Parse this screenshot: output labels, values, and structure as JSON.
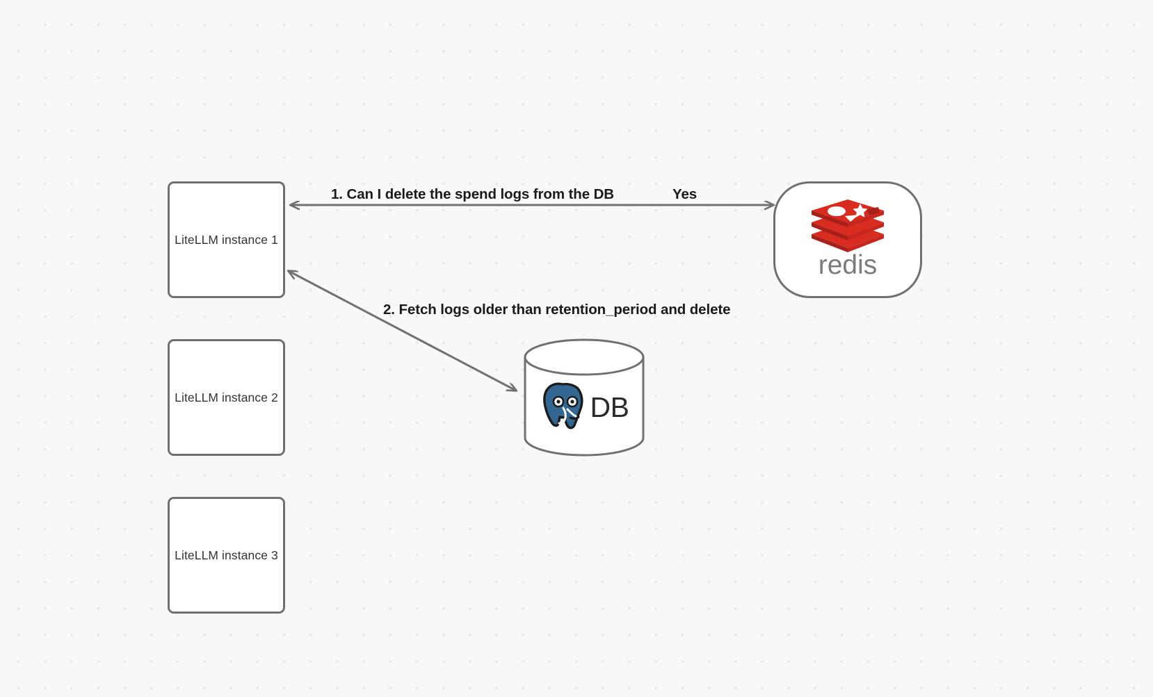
{
  "canvas": {
    "background_color": "#f8f8f8",
    "dot_color": "#e6e6e6",
    "edge_color": "#707070",
    "node_border_color": "#707070",
    "node_fill_color": "#ffffff",
    "label_color": "#1a1a1a"
  },
  "nodes": {
    "instances": [
      {
        "id": "instance-1",
        "label": "LiteLLM instance 1"
      },
      {
        "id": "instance-2",
        "label": "LiteLLM instance 2"
      },
      {
        "id": "instance-3",
        "label": "LiteLLM instance 3"
      }
    ],
    "redis": {
      "label": "redis",
      "logo_color": "#d82c20",
      "logo_shadow_color": "#a7201a",
      "wordmark_color": "#7b7b7b"
    },
    "database": {
      "label": "DB",
      "logo_name": "postgresql-elephant-icon",
      "logo_color": "#336791"
    }
  },
  "edges": [
    {
      "id": "edge-1",
      "from": "instance-1",
      "to": "redis",
      "label": "1.  Can I delete the spend logs from the DB",
      "secondary_label": "Yes",
      "arrowheads": "both"
    },
    {
      "id": "edge-2",
      "from": "instance-1",
      "to": "database",
      "label": "2.  Fetch logs older than retention_period and delete",
      "arrowheads": "both"
    }
  ]
}
